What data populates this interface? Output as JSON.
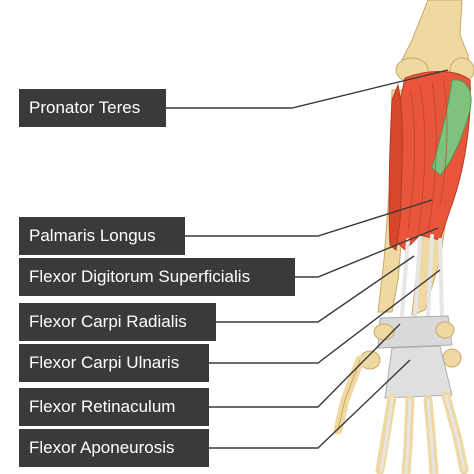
{
  "labels": [
    "Pronator Teres",
    "Palmaris Longus",
    "Flexor Digitorum Superficialis",
    "Flexor Carpi Radialis",
    "Flexor Carpi Ulnaris",
    "Flexor Retinaculum",
    "Flexor Aponeurosis"
  ],
  "colors": {
    "label_background": "#3a3a3a",
    "label_text": "#ffffff",
    "leader_line": "#3a3a3a",
    "bone": "#efd9a0",
    "muscle": "#e8553a",
    "highlight_muscle": "#7ec27e",
    "tendon": "#eeeeee",
    "retinaculum": "#d8d8d8"
  }
}
